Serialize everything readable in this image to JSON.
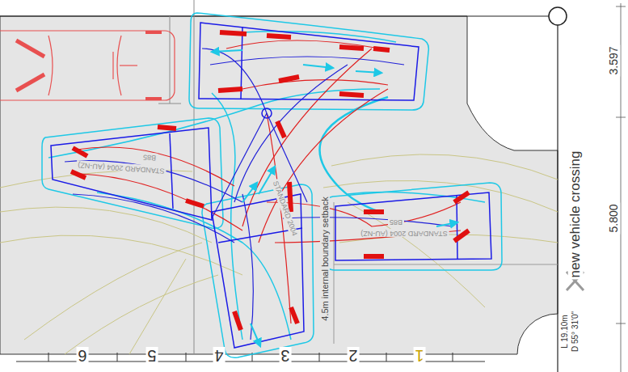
{
  "diagram": {
    "labels": [
      "new vehicle crossing",
      "3.597",
      "5.800",
      "L 19.10m",
      "D 55° 31'0\"",
      "4.5m internal boundary setback",
      "B85",
      "STANDARD 2004 (AU-NZ)",
      "STANDARD 2004",
      "B85",
      "STANDARD 2004 (AU-NZ)",
      "6",
      "5",
      "4",
      "3",
      "2",
      "1"
    ]
  }
}
